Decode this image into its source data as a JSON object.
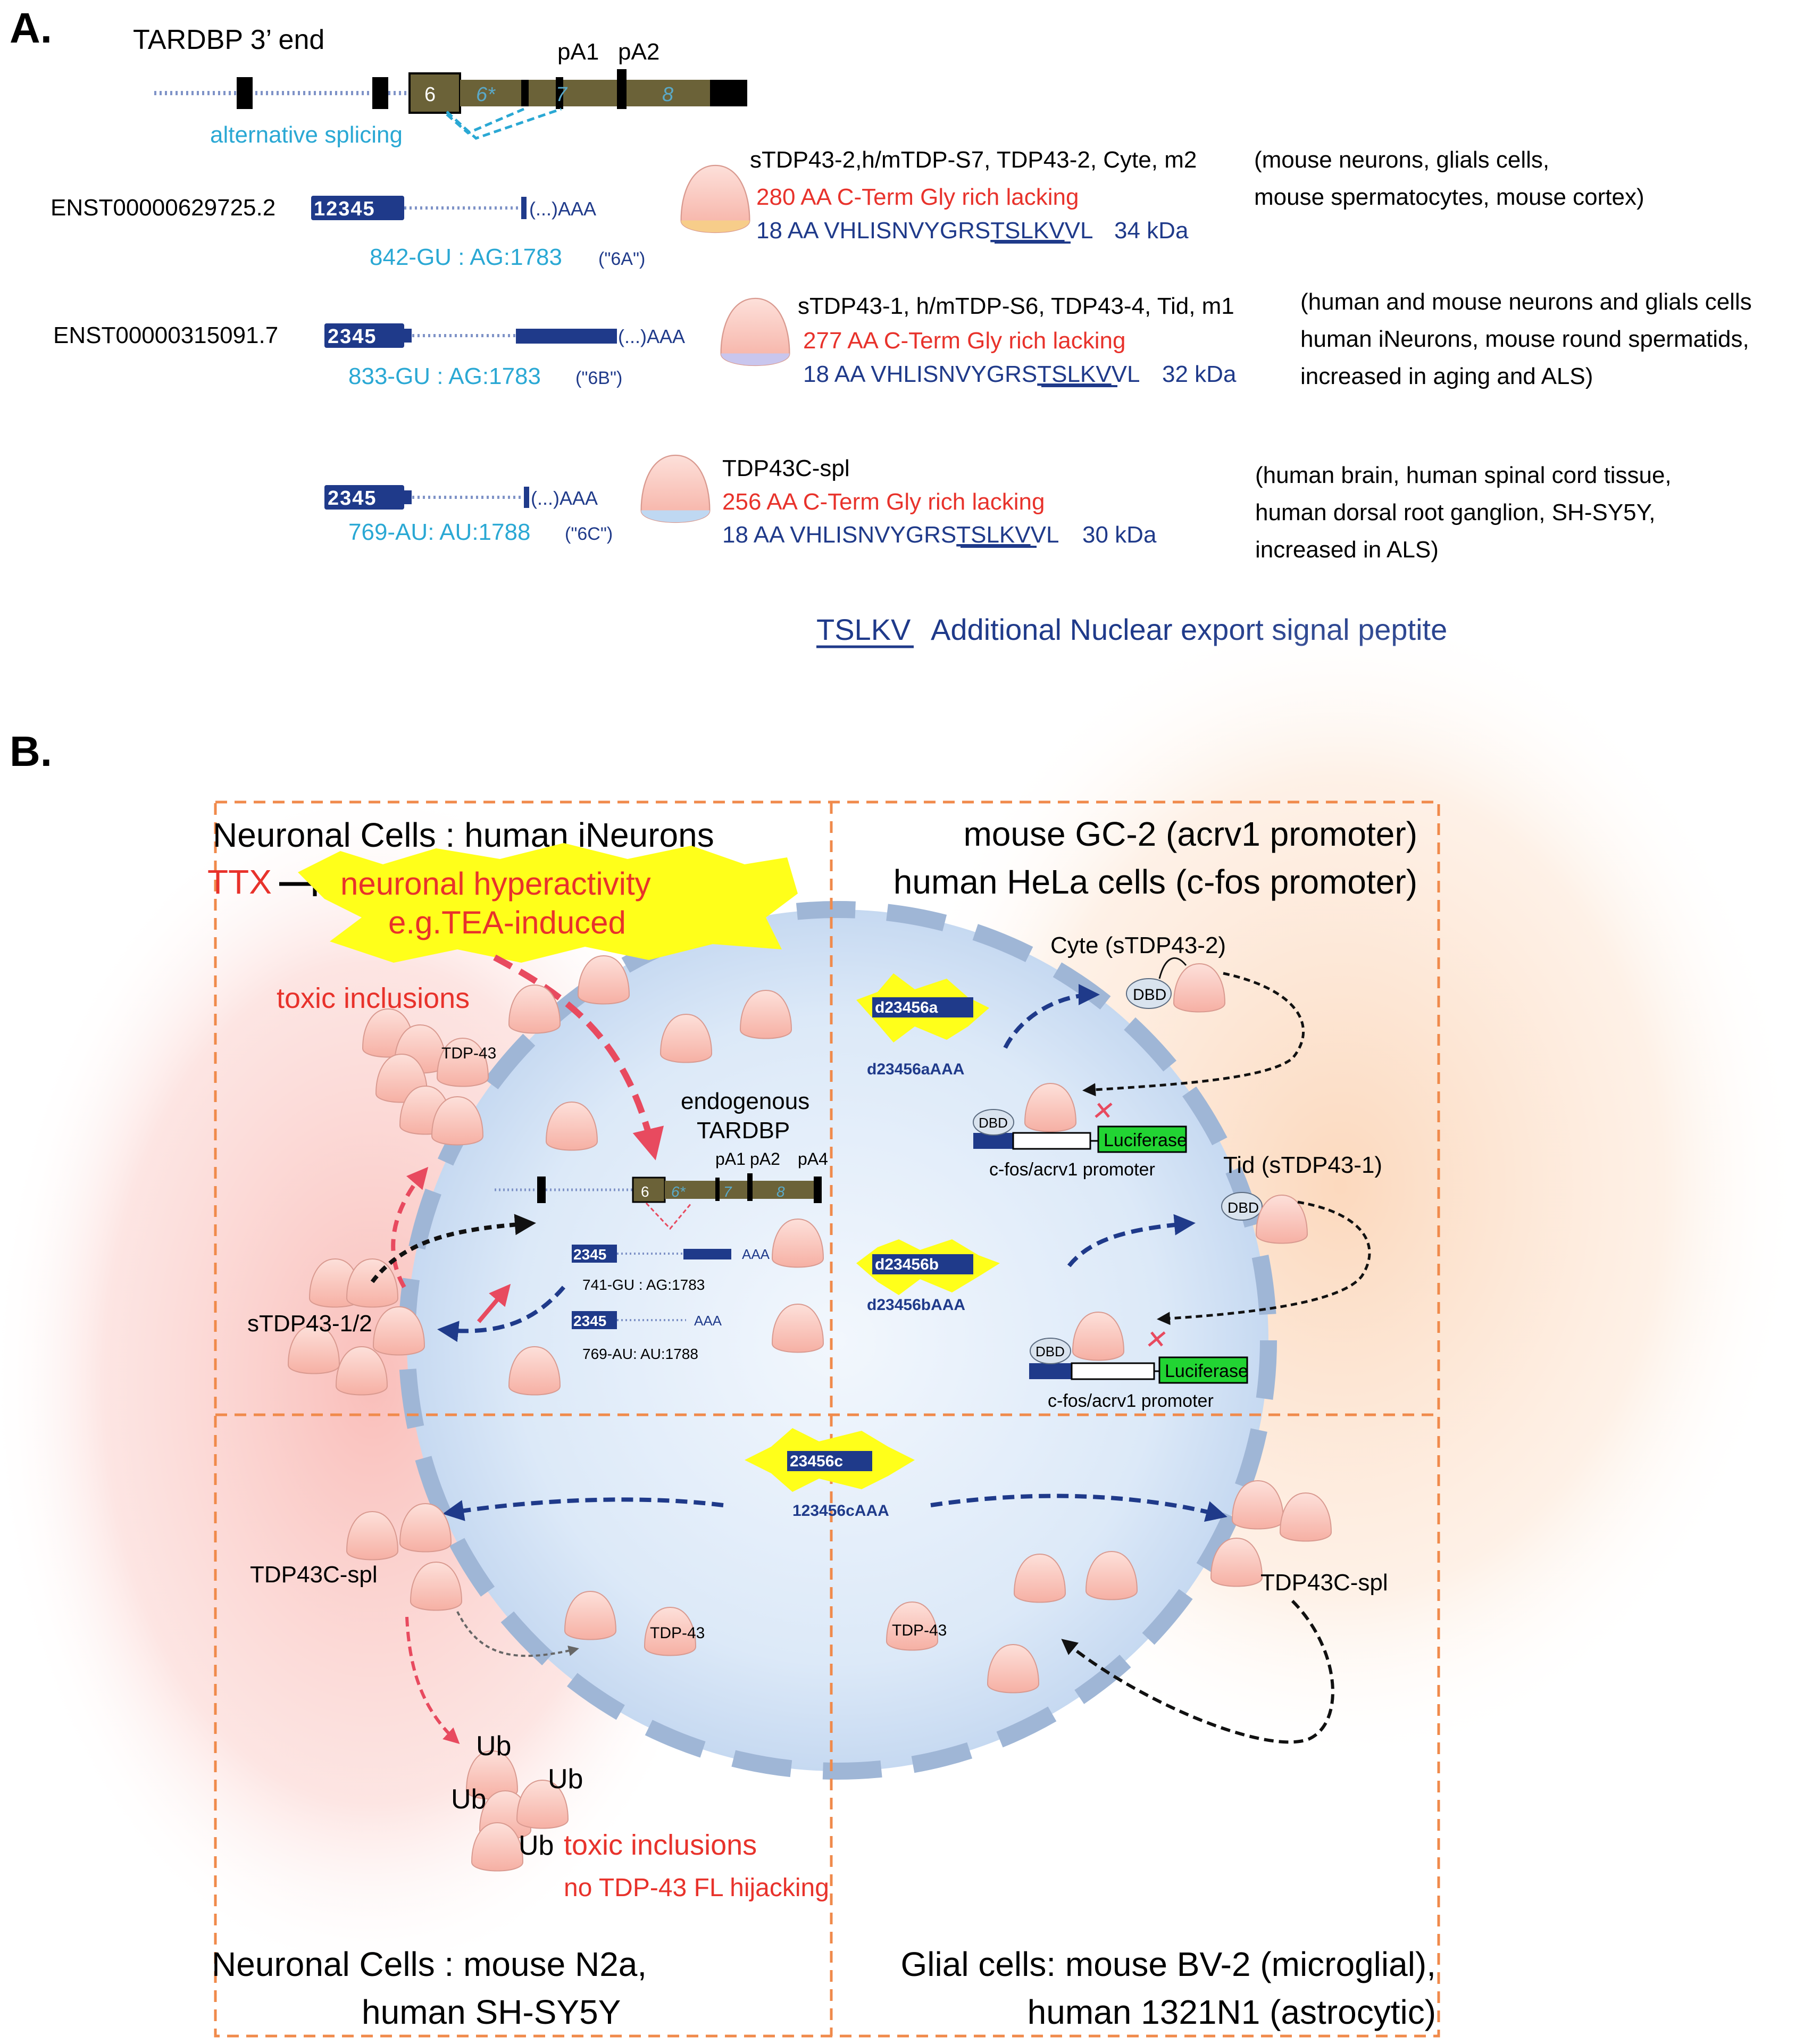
{
  "panelA": {
    "label": "A.",
    "gene_title": "TARDBP 3’ end",
    "pa1": "pA1",
    "pa2": "pA2",
    "exon6": "6",
    "exon6star": "6*",
    "exon7": "7",
    "exon8": "8",
    "alt_splicing": "alternative splicing",
    "transcripts": [
      {
        "id": "ENST00000629725.2",
        "exons": "12345",
        "tail": "(...)AAA",
        "splice": "842-GU : AG:1783",
        "tag": "(\"6A\")",
        "names": "sTDP43-2,h/mTDP-S7, TDP43-2, Cyte, m2",
        "red": "280 AA C-Term Gly rich lacking",
        "blue": "18 AA VHLISNVYGRSTSLKVVL",
        "seq_a": "18 AA VHLISNVYGRS",
        "seq_b": "TSLKV",
        "seq_c": "VL",
        "kda": "34 kDa",
        "loc1": "(mouse neurons, glials cells,",
        "loc2": "mouse spermatocytes, mouse cortex)",
        "loc3": ""
      },
      {
        "id": "ENST00000315091.7",
        "exons": "2345",
        "tail": "(...)AAA",
        "splice": "833-GU : AG:1783",
        "tag": "(\"6B\")",
        "names": "sTDP43-1, h/mTDP-S6, TDP43-4, Tid, m1",
        "red": "277 AA C-Term Gly rich lacking",
        "blue": "18 AA VHLISNVYGRSTSLKVVL",
        "seq_a": "18 AA VHLISNVYGRS",
        "seq_b": "TSLKV",
        "seq_c": "VL",
        "kda": "32 kDa",
        "loc1": "(human and mouse neurons and glials cells",
        "loc2": "human iNeurons, mouse round spermatids,",
        "loc3": "increased in aging and ALS)"
      },
      {
        "id": "",
        "exons": "2345",
        "tail": "(...)AAA",
        "splice": "769-AU: AU:1788",
        "tag": "(\"6C\")",
        "names": "TDP43C-spl",
        "red": "256 AA C-Term Gly rich lacking",
        "blue": "18 AA VHLISNVYGRSTSLKVVL",
        "seq_a": "18 AA VHLISNVYGRS",
        "seq_b": "TSLKV",
        "seq_c": "VL",
        "kda": "30 kDa",
        "loc1": "(human brain, human spinal cord tissue,",
        "loc2": "human dorsal root ganglion, SH-SY5Y,",
        "loc3": "increased in ALS)"
      }
    ],
    "nes_key": "TSLKV",
    "nes_text": "Additional Nuclear export signal peptite"
  },
  "panelB": {
    "label": "B.",
    "q1_title": "Neuronal Cells : human  iNeurons",
    "ttx": "TTX",
    "hyper1": "neuronal hyperactivity",
    "hyper2": "e.g.TEA-induced",
    "toxic1": "toxic inclusions",
    "tdp43": "TDP-43",
    "stdp": "sTDP43-1/2",
    "endo1": "endogenous",
    "endo2": "TARDBP",
    "pa1": "pA1",
    "pa2": "pA2",
    "pa4": "pA4",
    "ex6": "6",
    "ex6s": "6*",
    "ex7": "7",
    "ex8": "8",
    "inner_t1": "2345",
    "inner_aaa": "AAA",
    "inner_s1": "741-GU : AG:1783",
    "inner_t2": "2345",
    "inner_s2": "769-AU: AU:1788",
    "q2_title1": "mouse GC-2 (acrv1 promoter)",
    "q2_title2": "human HeLa cells (c-fos promoter)",
    "cyte": "Cyte (sTDP43-2)",
    "tid": "Tid (sTDP43-1)",
    "dbd": "DBD",
    "construct_a": "d23456a",
    "mrna_a": "d23456aAAA",
    "construct_b": "d23456b",
    "mrna_b": "d23456bAAA",
    "luciferase": "Luciferase",
    "promoter": "c-fos/acrv1  promoter",
    "construct_c": "23456c",
    "mrna_c": "123456cAAA",
    "tdp43c": "TDP43C-spl",
    "ub": "Ub",
    "toxic2": "toxic inclusions",
    "no_fl": "no TDP-43 FL hijacking",
    "q3_title1": "Neuronal Cells : mouse N2a,",
    "q3_title2": "human SH-SY5Y",
    "q4_title1": "Glial cells: mouse BV-2 (microglial),",
    "q4_title2": "human 1321N1  (astrocytic)"
  },
  "colors": {
    "navy": "#1f3a8a",
    "cyan": "#2aa8d4",
    "red": "#e8322b",
    "exon_olive": "#6b6238",
    "yellow": "#ffff1a",
    "orange_dash": "#f08a4b",
    "luciferase": "#22d433"
  }
}
